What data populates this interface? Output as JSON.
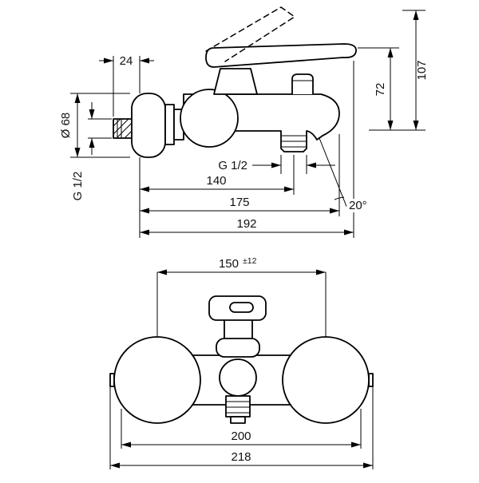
{
  "drawing": {
    "background": "#ffffff",
    "line_color": "#000000",
    "text_color": "#111111",
    "top_view": {
      "dim_plate_depth": "24",
      "dim_total_height": "107",
      "dim_spout_to_handle_height": "72",
      "dim_escutcheon_diameter": "Ø 68",
      "dim_wall_thread": "G 1/2",
      "dim_outlet_thread": "G 1/2",
      "dim_aerator_projection": "140",
      "dim_spout_projection": "175",
      "dim_total_projection": "192",
      "dim_spout_angle": "20°"
    },
    "bottom_view": {
      "dim_connection_centers": "150",
      "dim_connection_tolerance": "±12",
      "dim_body_width": "200",
      "dim_total_width": "218"
    }
  }
}
